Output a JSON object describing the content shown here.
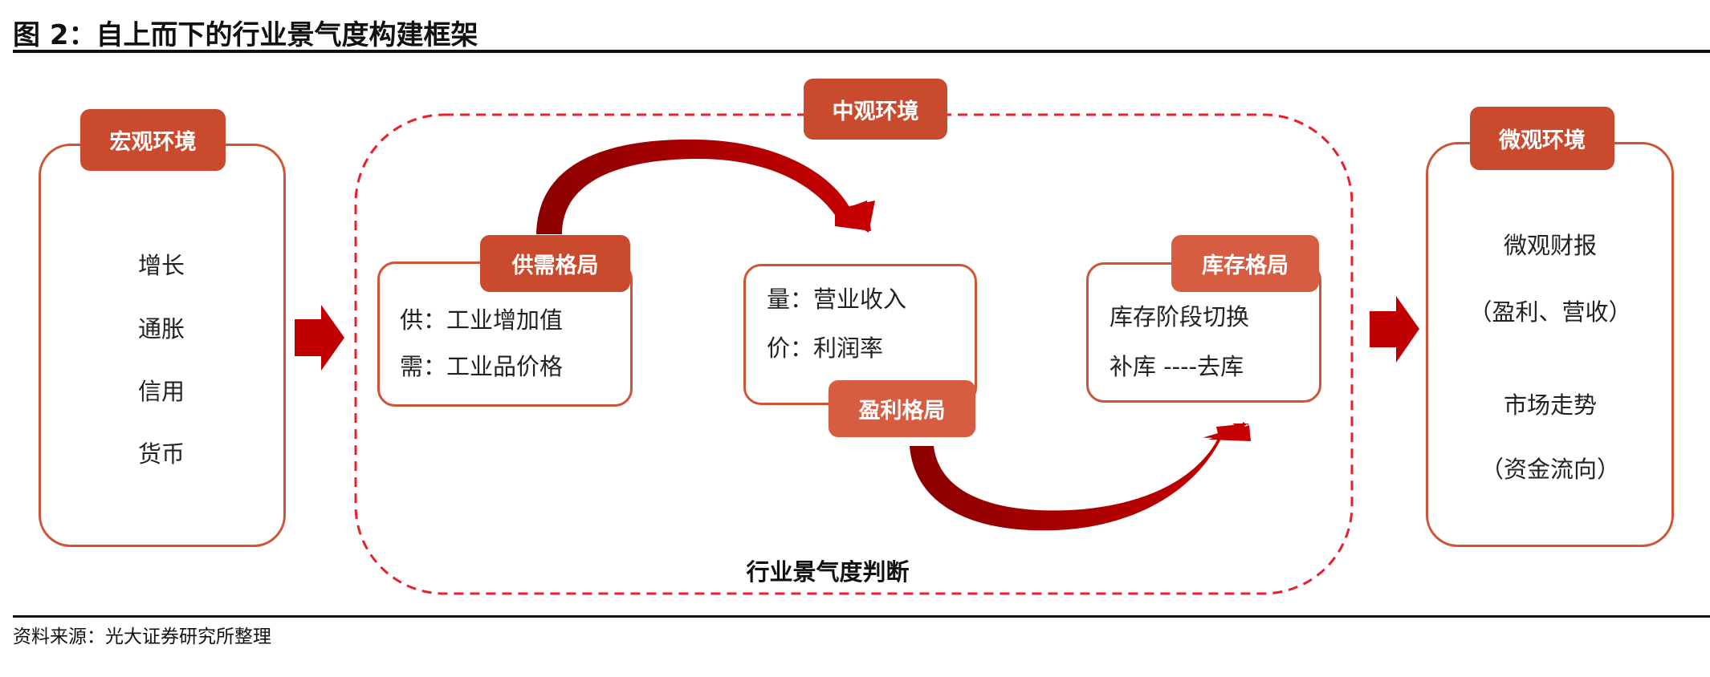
{
  "title": "图 2：自上而下的行业景气度构建框架",
  "macro": {
    "label": "宏观环境",
    "items": [
      "增长",
      "通胀",
      "信用",
      "货币"
    ]
  },
  "meso": {
    "label": "中观环境",
    "footer": "行业景气度判断",
    "supply_demand": {
      "label": "供需格局",
      "lines": [
        "供：工业增加值",
        "需：工业品价格"
      ]
    },
    "profit": {
      "label": "盈利格局",
      "lines": [
        "量：营业收入",
        "价：利润率"
      ]
    },
    "inventory": {
      "label": "库存格局",
      "lines": [
        "库存阶段切换",
        "补库 ----去库"
      ]
    }
  },
  "micro": {
    "label": "微观环境",
    "items": [
      "微观财报",
      "（盈利、营收）",
      "市场走势",
      "（资金流向）"
    ]
  },
  "source": "资料来源：光大证券研究所整理",
  "colors": {
    "label": "#c94a2c",
    "border": "#cf5436",
    "arrow": "#c00000",
    "dashed": "#e8202a"
  }
}
